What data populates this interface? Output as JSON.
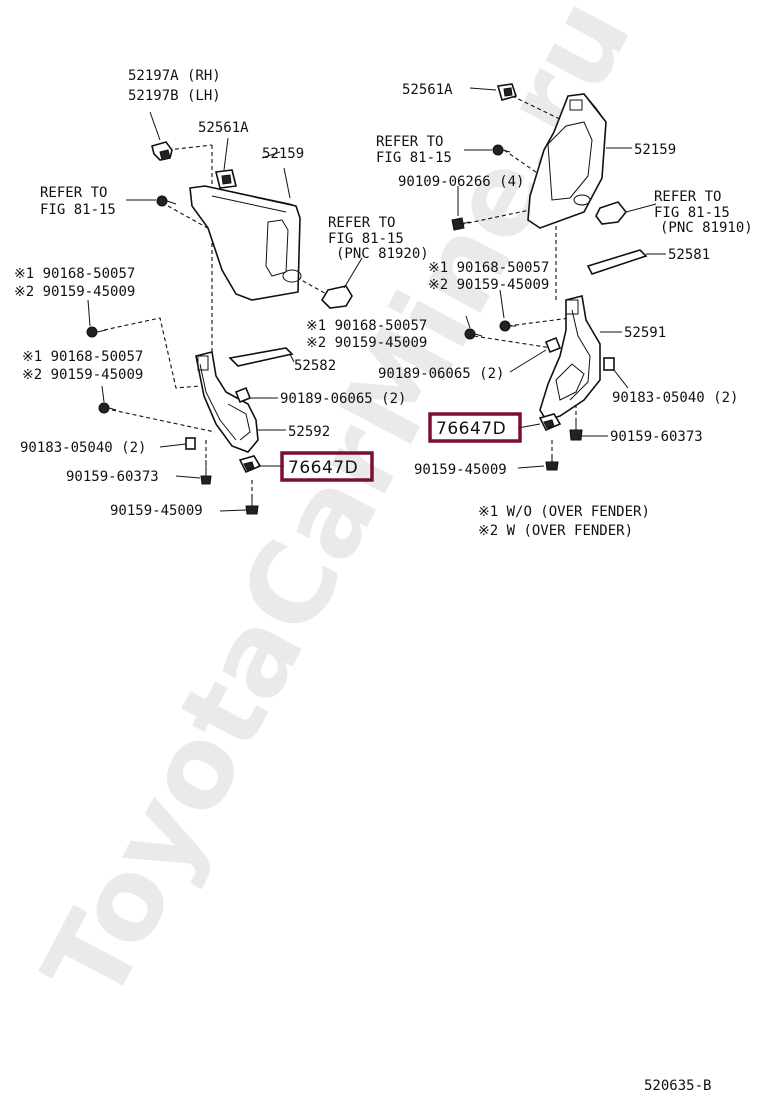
{
  "watermark": "ToyotaCarMine.ru",
  "diagram_id": "520635-B",
  "colors": {
    "highlight": "#7a1030",
    "line": "#111111",
    "watermark": "#d9d9d9"
  },
  "left": {
    "p52197a": "52197A (RH)",
    "p52197b": "52197B (LH)",
    "p52561a": "52561A",
    "p52159": "52159",
    "refer1_a": "REFER TO",
    "refer1_b": "FIG 81-15",
    "refer2_a": "REFER TO",
    "refer2_b": "FIG 81-15",
    "refer2_c": "(PNC 81920)",
    "b1_a": "※1 90168-50057",
    "b1_b": "※2 90159-45009",
    "b2_a": "※1 90168-50057",
    "b2_b": "※2 90159-45009",
    "p52582": "52582",
    "p90189": "90189-06065 (2)",
    "p52592": "52592",
    "p90183": "90183-05040 (2)",
    "p76647d": "76647D",
    "p90159_60373": "90159-60373",
    "p90159_45009": "90159-45009"
  },
  "right": {
    "p52561a": "52561A",
    "refer1_a": "REFER TO",
    "refer1_b": "FIG 81-15",
    "p52159": "52159",
    "p90109": "90109-06266 (4)",
    "refer2_a": "REFER TO",
    "refer2_b": "FIG 81-15",
    "refer2_c": "(PNC 81910)",
    "p52581": "52581",
    "b1_a": "※1 90168-50057",
    "b1_b": "※2 90159-45009",
    "b2_a": "※1 90168-50057",
    "b2_b": "※2 90159-45009",
    "p52591": "52591",
    "p90189": "90189-06065 (2)",
    "p90183": "90183-05040 (2)",
    "p76647d": "76647D",
    "p90159_60373": "90159-60373",
    "p90159_45009": "90159-45009"
  },
  "notes": {
    "n1": "※1  W/O (OVER FENDER)",
    "n2": "※2  W (OVER FENDER)"
  }
}
